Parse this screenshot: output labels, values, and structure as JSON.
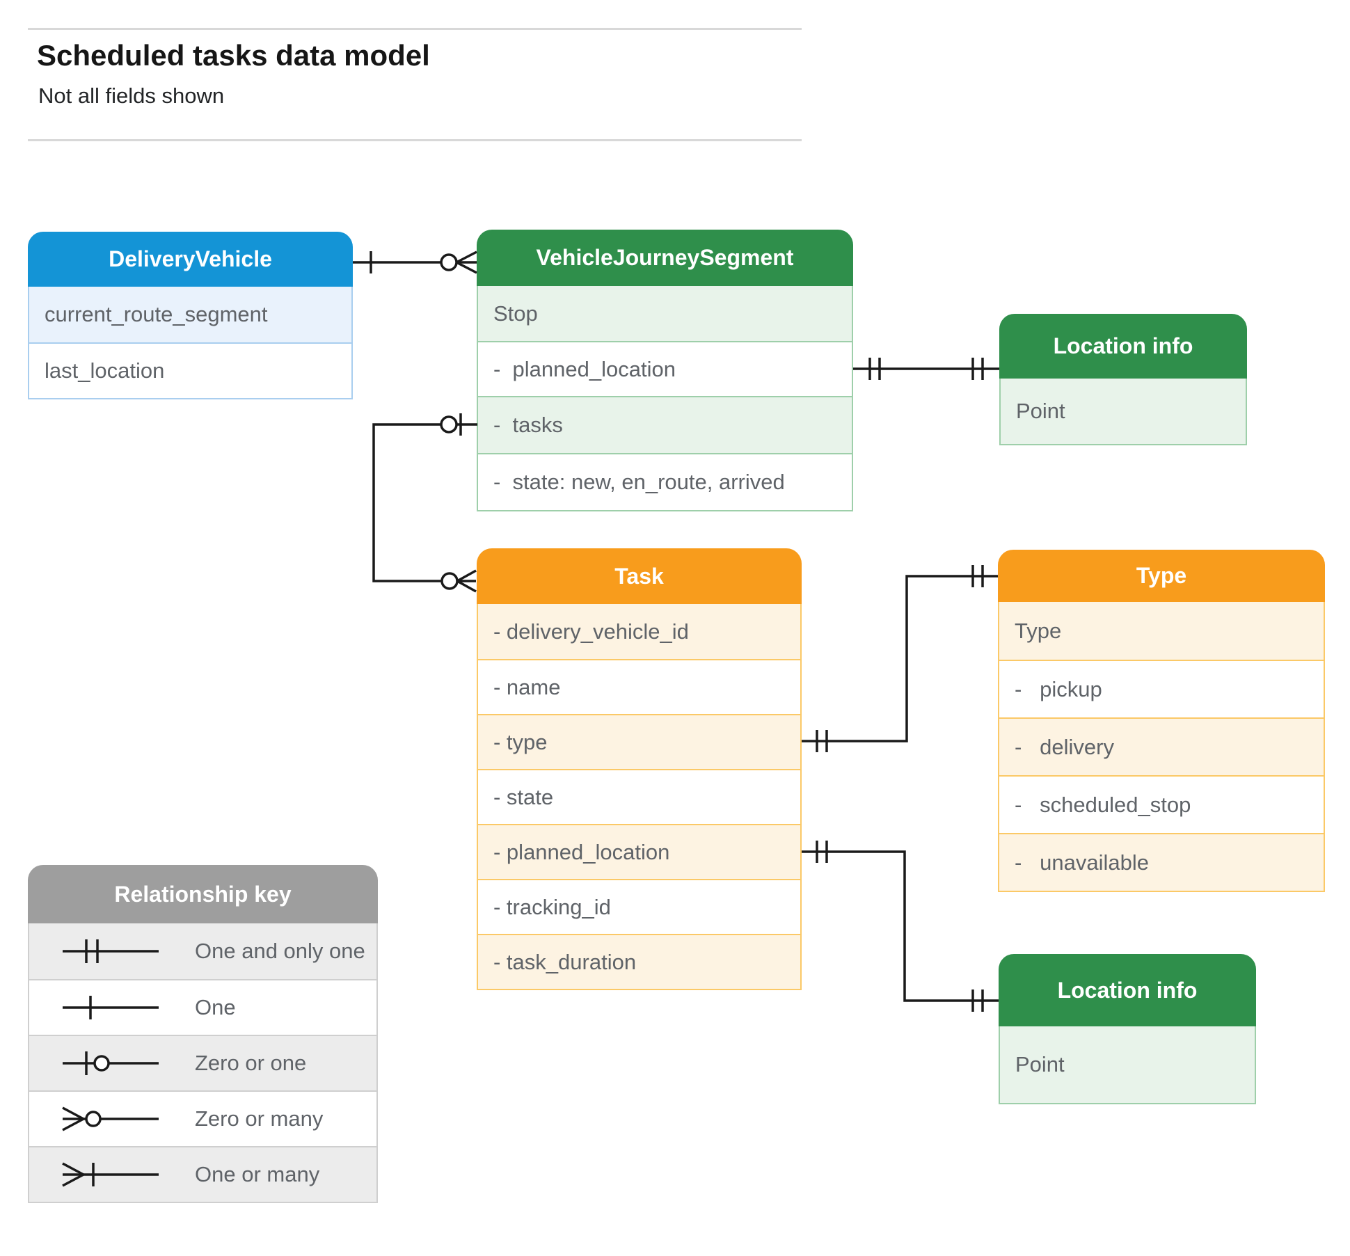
{
  "page": {
    "title": "Scheduled tasks data model",
    "subtitle": "Not all fields shown"
  },
  "colors": {
    "blue_header": "#1494d6",
    "blue_tint": "#e9f2fc",
    "blue_border": "#a9ceef",
    "green_header": "#2f8f4b",
    "green_tint": "#e8f3ea",
    "green_border": "#9ecfaa",
    "orange_header": "#f89c1c",
    "orange_tint": "#fdf3e2",
    "orange_border": "#fbc967",
    "gray_header": "#9e9e9e",
    "gray_tint": "#ececec",
    "gray_border": "#cfcfcf",
    "field_text": "#5f6368",
    "connector_line": "#1a1a1a"
  },
  "entities": {
    "delivery_vehicle": {
      "title": "DeliveryVehicle",
      "rows": [
        "current_route_segment",
        "last_location"
      ]
    },
    "vehicle_journey_segment": {
      "title": "VehicleJourneySegment",
      "rows": [
        "Stop",
        "-  planned_location",
        "-  tasks",
        "-  state: new, en_route, arrived"
      ]
    },
    "location_info_top": {
      "title": "Location info",
      "rows": [
        "Point"
      ]
    },
    "task": {
      "title": "Task",
      "rows": [
        "- delivery_vehicle_id",
        "- name",
        "- type",
        "- state",
        "- planned_location",
        "- tracking_id",
        "- task_duration"
      ]
    },
    "type": {
      "title": "Type",
      "rows": [
        "Type",
        "-   pickup",
        "-   delivery",
        "-   scheduled_stop",
        "-   unavailable"
      ]
    },
    "location_info_bottom": {
      "title": "Location info",
      "rows": [
        "Point"
      ]
    }
  },
  "legend": {
    "title": "Relationship key",
    "items": [
      {
        "label": "One and only one",
        "symbol": "one-and-only-one"
      },
      {
        "label": "One",
        "symbol": "one"
      },
      {
        "label": "Zero or one",
        "symbol": "zero-or-one"
      },
      {
        "label": "Zero or many",
        "symbol": "zero-or-many"
      },
      {
        "label": "One or many",
        "symbol": "one-or-many"
      }
    ]
  }
}
